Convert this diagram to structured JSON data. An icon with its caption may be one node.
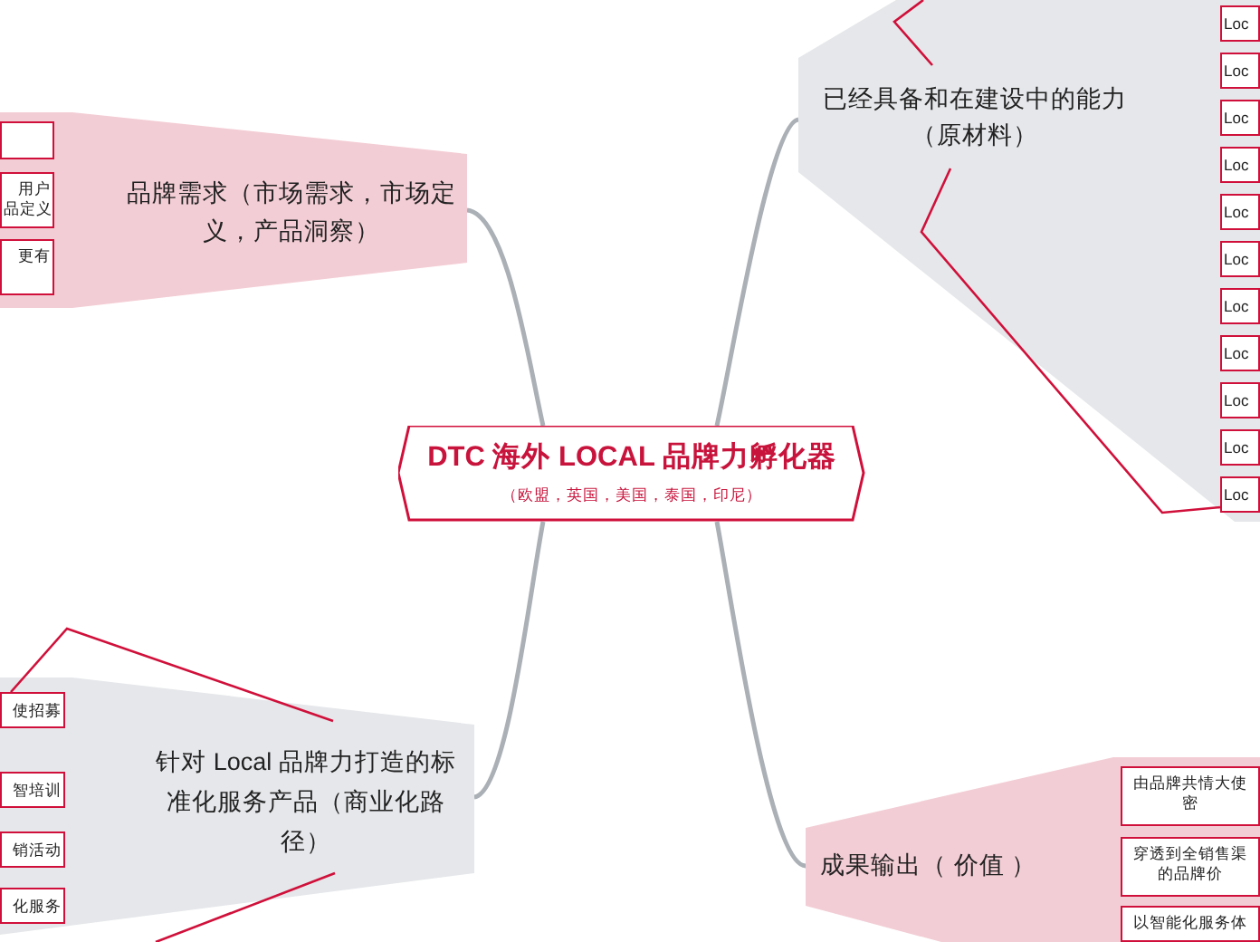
{
  "diagram": {
    "nodes": [
      {
        "text": [
          "DTC 海外 LOCAL 品牌力孵化器",
          "（欧盟，英国，美国，泰国，印尼）"
        ]
      },
      {
        "text": [
          "品牌需求（市场需求，市场定义，产品洞察）"
        ]
      },
      {
        "text": [],
        "shape": "box",
        "in": 1
      },
      {
        "text": [
          "用户",
          "品定义"
        ],
        "in": 1
      },
      {
        "text": [
          "更有"
        ],
        "in": 1
      },
      {
        "text": [
          "已经具备和在建设中的能力",
          "（原材料）"
        ]
      },
      {
        "text": [
          "Loc"
        ],
        "in": 5
      },
      {
        "text": [
          "Loc"
        ],
        "in": 5
      },
      {
        "text": [
          "Loc"
        ],
        "in": 5
      },
      {
        "text": [
          "Loc"
        ],
        "in": 5
      },
      {
        "text": [
          "Loc"
        ],
        "in": 5
      },
      {
        "text": [
          "Loc"
        ],
        "in": 5
      },
      {
        "text": [
          "Loc"
        ],
        "in": 5
      },
      {
        "text": [
          "Loc"
        ],
        "in": 5
      },
      {
        "text": [
          "Loc"
        ],
        "in": 5
      },
      {
        "text": [
          "Loc"
        ],
        "in": 5
      },
      {
        "text": [
          "Loc"
        ],
        "in": 5
      },
      {
        "text": [
          "针对 Local 品牌力打造的标准化服务产品（商业化路径）"
        ]
      },
      {
        "text": [
          "使招募"
        ],
        "in": 17
      },
      {
        "text": [
          "智培训"
        ],
        "in": 17
      },
      {
        "text": [
          "销活动"
        ],
        "in": 17
      },
      {
        "text": [
          "化服务"
        ],
        "in": 17
      },
      {
        "text": [
          "成果输出（ 价值 ）"
        ]
      },
      {
        "text": [
          "由品牌共情大使",
          "密"
        ],
        "in": 22
      },
      {
        "text": [
          "穿透到全销售渠",
          "的品牌价"
        ],
        "in": 22
      },
      {
        "text": [
          "以智能化服务体"
        ],
        "in": 22
      }
    ],
    "edges": [
      {
        "from": 0,
        "to": 1,
        "arrow": "none"
      },
      {
        "from": 0,
        "to": 5,
        "arrow": "none"
      },
      {
        "from": 0,
        "to": 17,
        "arrow": "none"
      },
      {
        "from": 0,
        "to": 22,
        "arrow": "none"
      }
    ]
  }
}
